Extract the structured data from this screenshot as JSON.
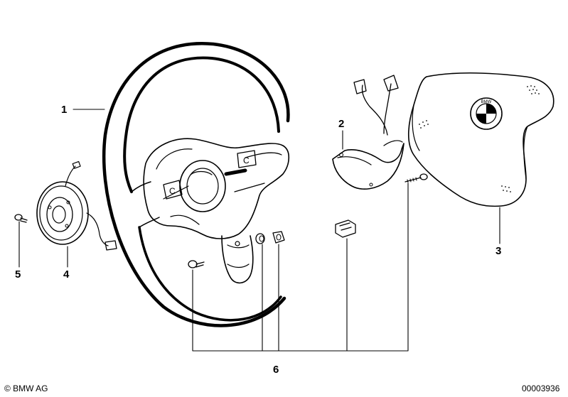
{
  "callouts": {
    "c1": "1",
    "c2": "2",
    "c3": "3",
    "c4": "4",
    "c5": "5",
    "c6": "6"
  },
  "footer": {
    "copyright": "© BMW AG",
    "diagram_number": "00003936"
  },
  "logo_text": "BMW",
  "colors": {
    "ink": "#000000",
    "background": "#ffffff"
  }
}
